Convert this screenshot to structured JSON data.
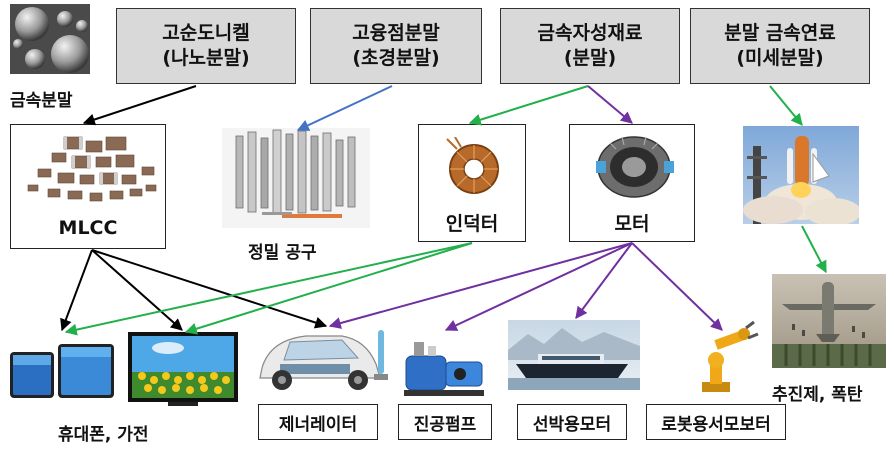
{
  "top_sources": [
    {
      "line1": "고순도니켈",
      "line2": "(나노분말)"
    },
    {
      "line1": "고융점분말",
      "line2": "(초경분말)"
    },
    {
      "line1": "금속자성재료",
      "line2": "(분말)"
    },
    {
      "line1": "분말 금속연료",
      "line2": "(미세분말)"
    }
  ],
  "metal_powder_label": "금속분말",
  "components": {
    "mlcc": "MLCC",
    "precision_tools": "정밀 공구",
    "inductor": "인덕터",
    "motor": "모터"
  },
  "applications": {
    "phone_appliance": "휴대폰, 가전",
    "generator": "제너레이터",
    "vacuum_pump": "진공펌프",
    "ship_motor": "선박용모터",
    "robot_servo": "로봇용서모보터",
    "propellant": "추진제, 폭탄"
  },
  "colors": {
    "black_arrow": "#000000",
    "blue_arrow": "#4472c4",
    "green_arrow": "#22b04b",
    "purple_arrow": "#7030a0"
  }
}
